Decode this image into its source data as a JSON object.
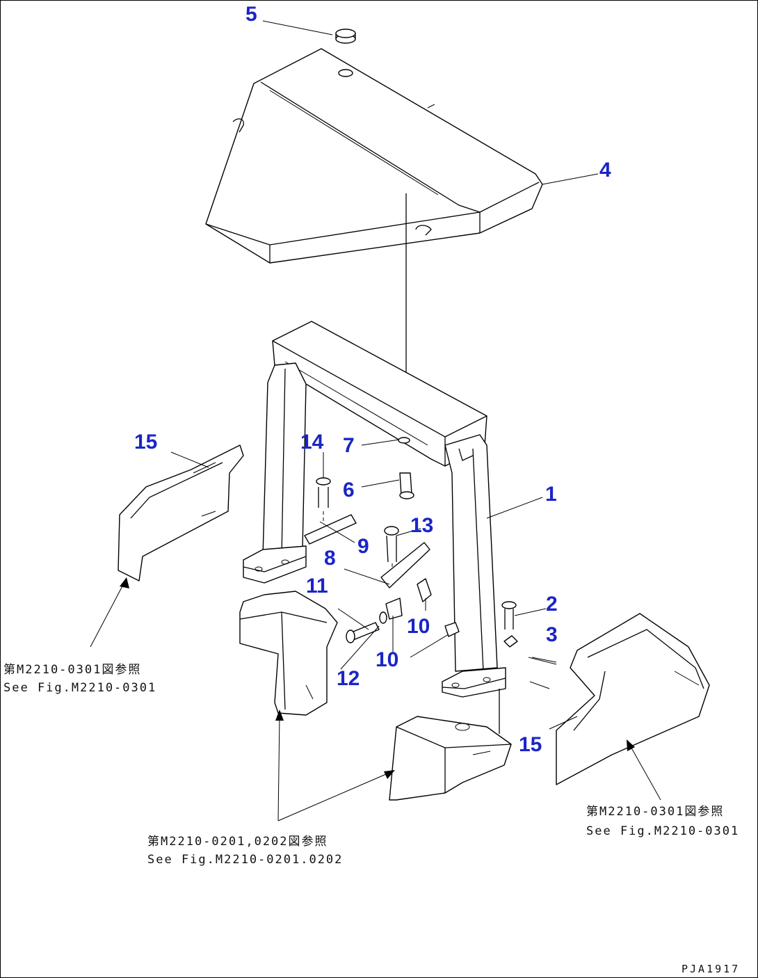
{
  "callouts": {
    "c1": "1",
    "c2": "2",
    "c3": "3",
    "c4": "4",
    "c5": "5",
    "c6": "6",
    "c7": "7",
    "c8": "8",
    "c9": "9",
    "c10a": "10",
    "c10b": "10",
    "c11": "11",
    "c12": "12",
    "c13": "13",
    "c14": "14",
    "c15a": "15",
    "c15b": "15"
  },
  "notes": {
    "left": {
      "jp": "第M2210-0301図参照",
      "en": "See Fig.M2210-0301"
    },
    "bottom": {
      "jp": "第M2210-0201,0202図参照",
      "en": "See Fig.M2210-0201.0202"
    },
    "right": {
      "jp": "第M2210-0301図参照",
      "en": "See Fig.M2210-0301"
    }
  },
  "drawing_code": "PJA1917",
  "colors": {
    "callout": "#1a25c8",
    "line": "#000000",
    "background": "#ffffff"
  }
}
